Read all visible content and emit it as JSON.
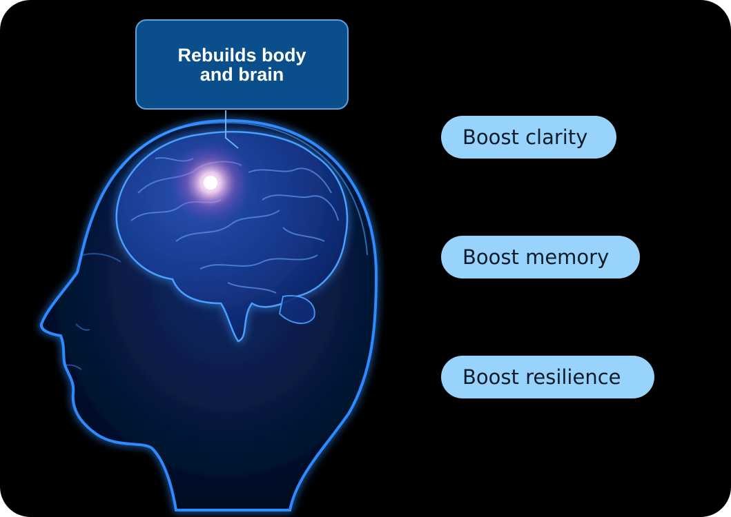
{
  "callout": {
    "text": "Rebuilds body and brain"
  },
  "benefits": [
    {
      "label": "Boost clarity"
    },
    {
      "label": "Boost memory"
    },
    {
      "label": "Boost resilience"
    }
  ],
  "colors": {
    "background": "#000000",
    "callout_fill": "#0a4f8c",
    "callout_border": "#5ea2e0",
    "pill_fill": "#98d3fb",
    "glow": "#1e78ff"
  }
}
